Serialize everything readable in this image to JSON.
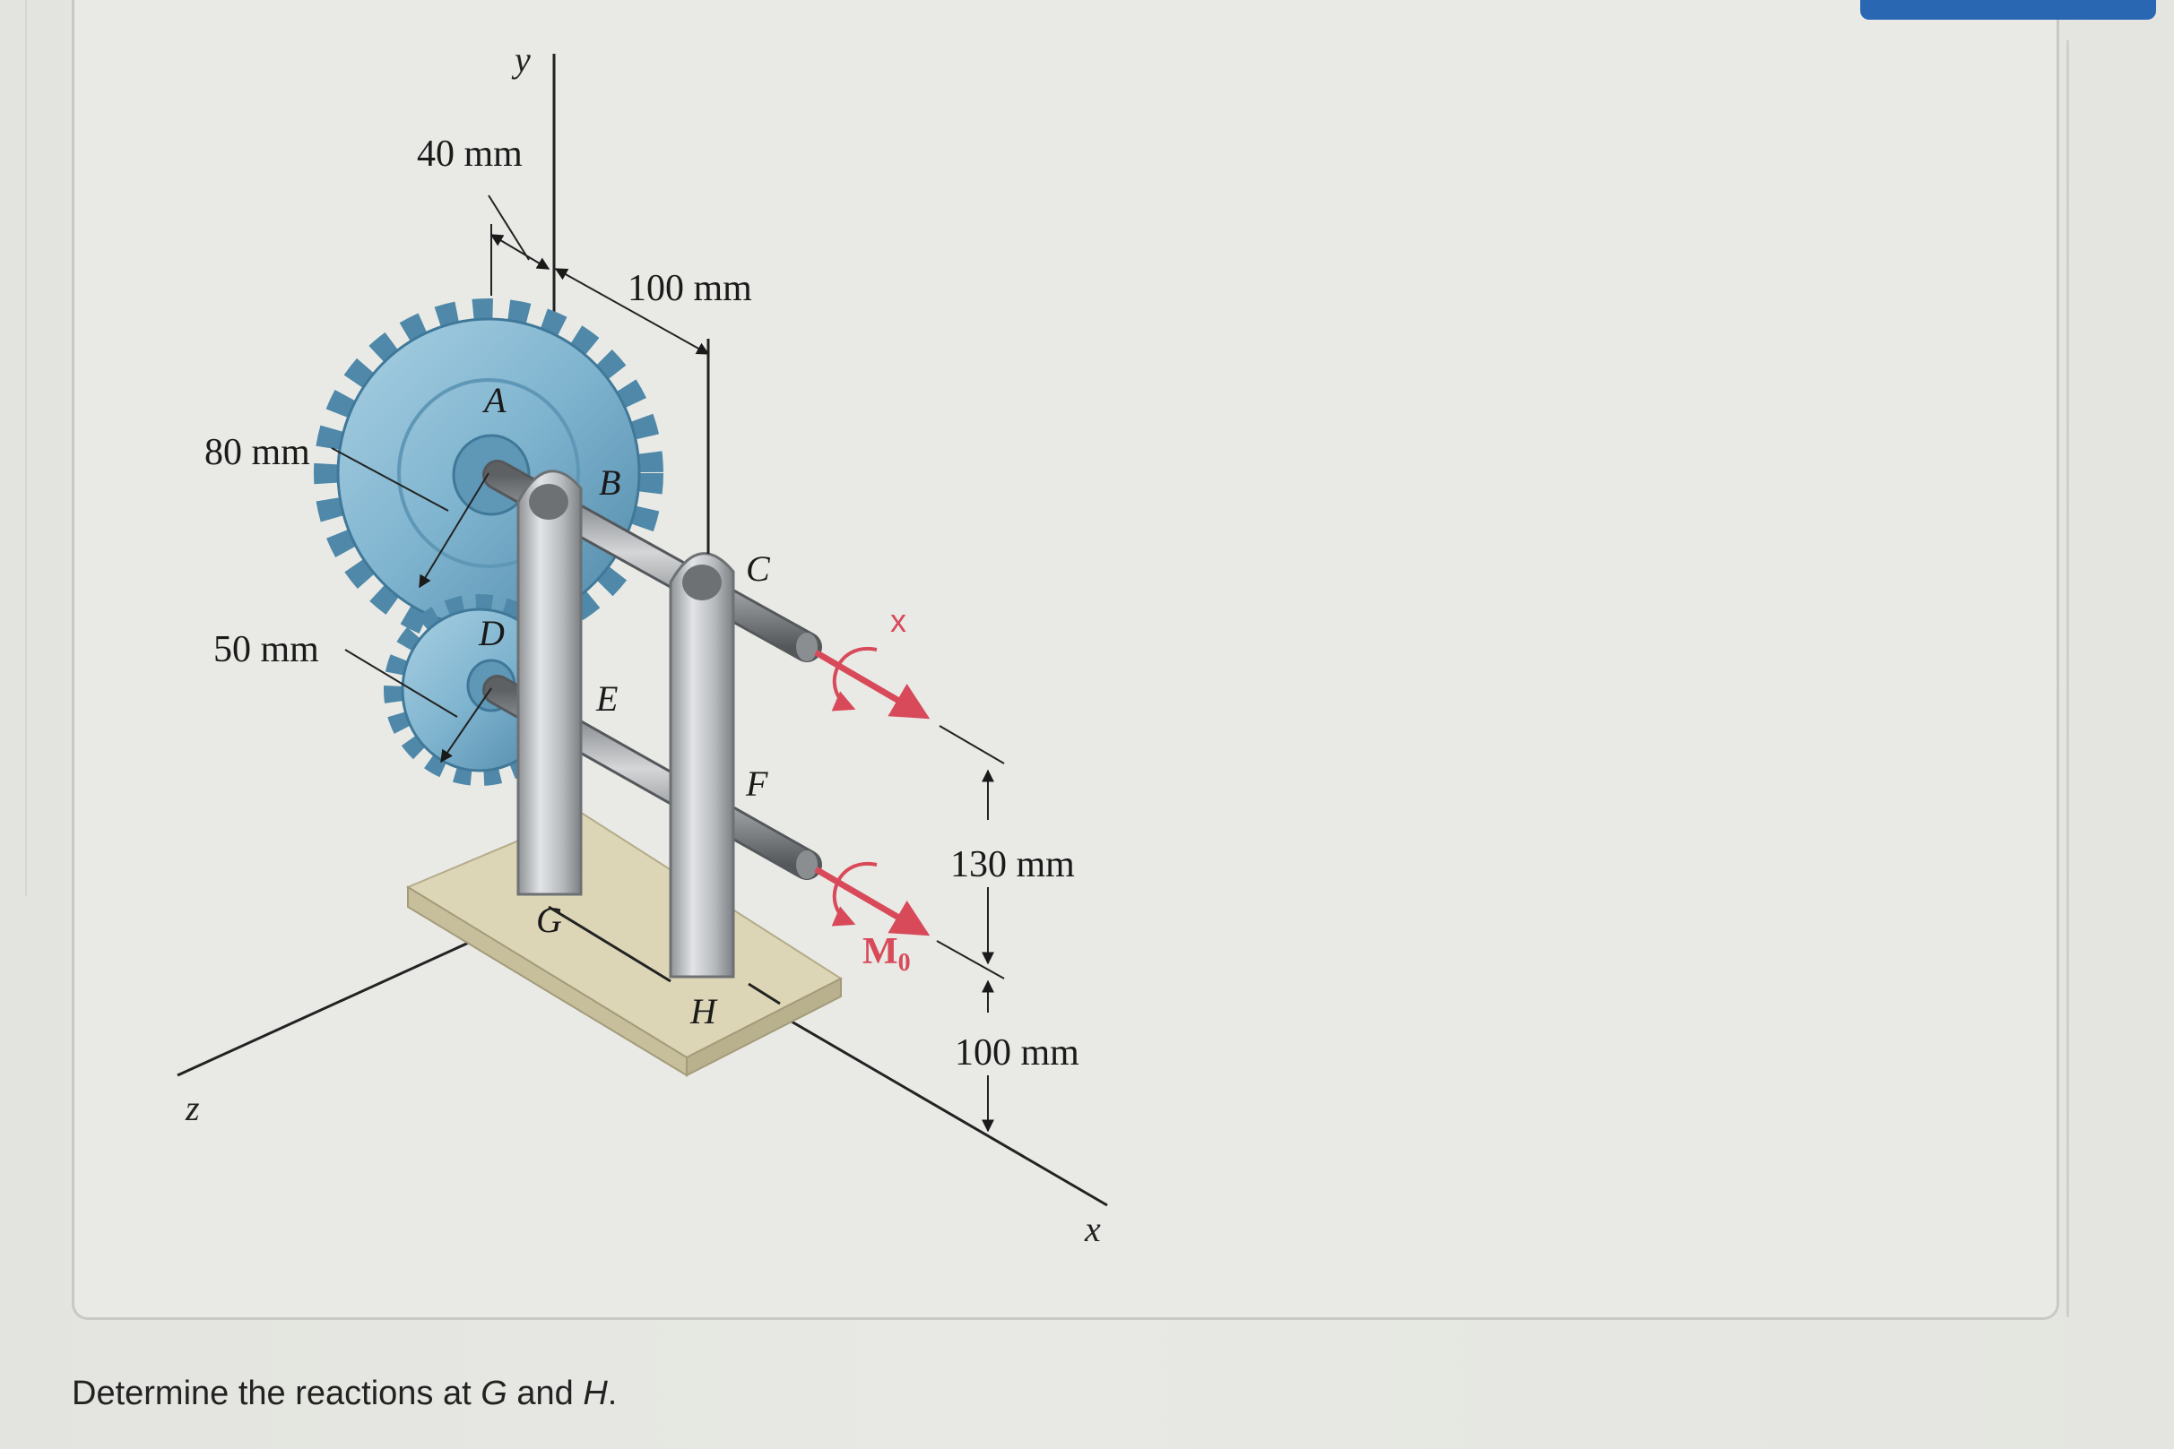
{
  "diagram": {
    "axes": {
      "y": "y",
      "z": "z",
      "x": "x"
    },
    "dimensions": {
      "gear_offset": "40 mm",
      "shaft_spacing": "100 mm",
      "gear_a_radius": "80 mm",
      "gear_d_radius": "50 mm",
      "upper_height": "130 mm",
      "lower_height": "100 mm"
    },
    "points": {
      "A": "A",
      "B": "B",
      "C": "C",
      "D": "D",
      "E": "E",
      "F": "F",
      "G": "G",
      "H": "H"
    },
    "moment": {
      "symbol": "M",
      "subscript": "0"
    },
    "cross_mark": "x",
    "colors": {
      "gear": "#7fb4cf",
      "gear_dark": "#4f88a8",
      "support": "#b9bcbf",
      "base": "#d8d1b0",
      "moment_arrow": "#d84a5a"
    }
  },
  "question": {
    "prefix": "Determine the reactions at ",
    "var1": "G",
    "middle": " and ",
    "var2": "H",
    "suffix": "."
  }
}
